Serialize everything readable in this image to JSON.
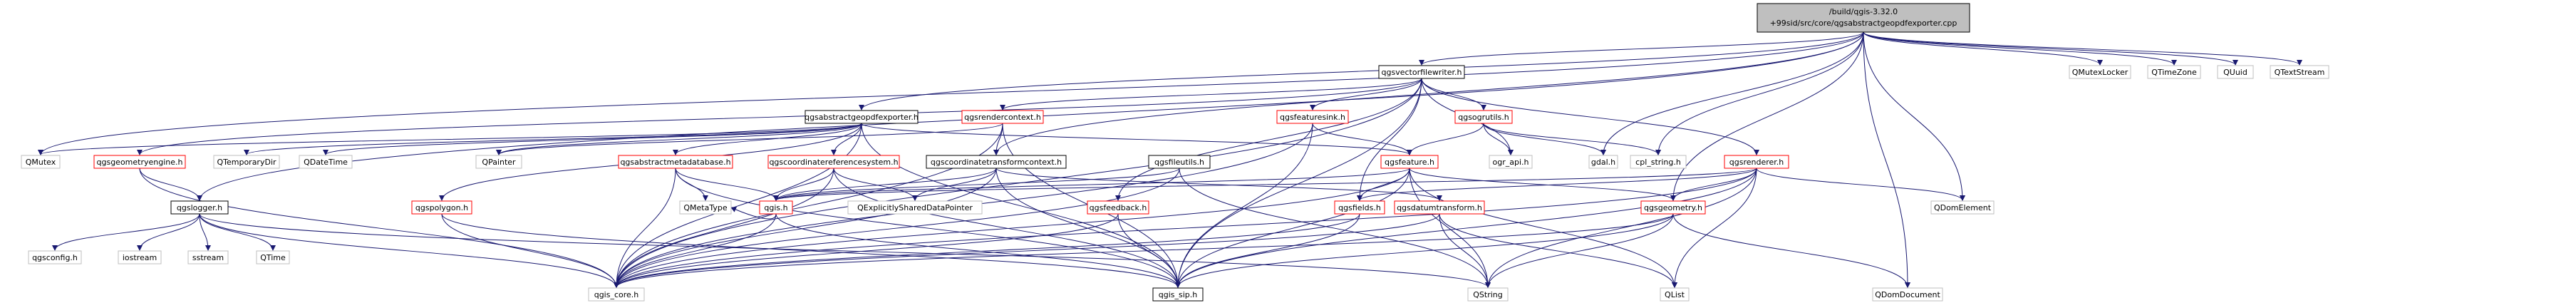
{
  "graph": {
    "root": {
      "line1": "/build/qgis-3.32.0",
      "line2": "+99sid/src/core/qgsabstractgeopdfexporter.cpp"
    },
    "nodes": [
      {
        "id": "root",
        "label": "",
        "kind": "root"
      },
      {
        "id": "qgsvectorfilewriter",
        "label": "qgsvectorfilewriter.h",
        "kind": "file"
      },
      {
        "id": "QMutexLocker",
        "label": "QMutexLocker",
        "kind": "external"
      },
      {
        "id": "QTimeZone",
        "label": "QTimeZone",
        "kind": "external"
      },
      {
        "id": "QUuid",
        "label": "QUuid",
        "kind": "external"
      },
      {
        "id": "QTextStream",
        "label": "QTextStream",
        "kind": "external"
      },
      {
        "id": "qgsabstractgeopdfexporter",
        "label": "qgsabstractgeopdfexporter.h",
        "kind": "file"
      },
      {
        "id": "qgsrendercontext",
        "label": "qgsrendercontext.h",
        "kind": "missing"
      },
      {
        "id": "qgsfeaturesink",
        "label": "qgsfeaturesink.h",
        "kind": "missing"
      },
      {
        "id": "qgsogrutils",
        "label": "qgsogrutils.h",
        "kind": "missing"
      },
      {
        "id": "QMutex",
        "label": "QMutex",
        "kind": "external"
      },
      {
        "id": "qgsgeometryengine",
        "label": "qgsgeometryengine.h",
        "kind": "missing"
      },
      {
        "id": "QTemporaryDir",
        "label": "QTemporaryDir",
        "kind": "external"
      },
      {
        "id": "QDateTime",
        "label": "QDateTime",
        "kind": "external"
      },
      {
        "id": "QPainter",
        "label": "QPainter",
        "kind": "external"
      },
      {
        "id": "qgsabstractmetadatabase",
        "label": "qgsabstractmetadatabase.h",
        "kind": "missing"
      },
      {
        "id": "qgscoordinatereferencesystem",
        "label": "qgscoordinatereferencesystem.h",
        "kind": "missing"
      },
      {
        "id": "qgscoordinatetransformcontext",
        "label": "qgscoordinatetransformcontext.h",
        "kind": "file"
      },
      {
        "id": "qgsfileutils",
        "label": "qgsfileutils.h",
        "kind": "file"
      },
      {
        "id": "qgsfeature",
        "label": "qgsfeature.h",
        "kind": "missing"
      },
      {
        "id": "ogr_api",
        "label": "ogr_api.h",
        "kind": "external"
      },
      {
        "id": "gdal",
        "label": "gdal.h",
        "kind": "external"
      },
      {
        "id": "cpl_string",
        "label": "cpl_string.h",
        "kind": "external"
      },
      {
        "id": "qgsrenderer",
        "label": "qgsrenderer.h",
        "kind": "missing"
      },
      {
        "id": "QDomElement",
        "label": "QDomElement",
        "kind": "external"
      },
      {
        "id": "qgslogger",
        "label": "qgslogger.h",
        "kind": "file"
      },
      {
        "id": "qgspolygon",
        "label": "qgspolygon.h",
        "kind": "missing"
      },
      {
        "id": "QMetaType",
        "label": "QMetaType",
        "kind": "external"
      },
      {
        "id": "qgis",
        "label": "qgis.h",
        "kind": "missing"
      },
      {
        "id": "QExplicitlySharedDataPointer",
        "label": "QExplicitlySharedDataPointer",
        "kind": "external"
      },
      {
        "id": "qgsfeedback",
        "label": "qgsfeedback.h",
        "kind": "missing"
      },
      {
        "id": "qgsfields",
        "label": "qgsfields.h",
        "kind": "missing"
      },
      {
        "id": "qgsdatumtransform",
        "label": "qgsdatumtransform.h",
        "kind": "missing"
      },
      {
        "id": "qgsgeometry",
        "label": "qgsgeometry.h",
        "kind": "missing"
      },
      {
        "id": "qgsconfig",
        "label": "qgsconfig.h",
        "kind": "external"
      },
      {
        "id": "iostream",
        "label": "iostream",
        "kind": "external"
      },
      {
        "id": "sstream",
        "label": "sstream",
        "kind": "external"
      },
      {
        "id": "QTime",
        "label": "QTime",
        "kind": "external"
      },
      {
        "id": "qgis_core",
        "label": "qgis_core.h",
        "kind": "external"
      },
      {
        "id": "qgis_sip",
        "label": "qgis_sip.h",
        "kind": "file"
      },
      {
        "id": "QString",
        "label": "QString",
        "kind": "external"
      },
      {
        "id": "QList",
        "label": "QList",
        "kind": "external"
      },
      {
        "id": "QDomDocument",
        "label": "QDomDocument",
        "kind": "external"
      }
    ],
    "edges": [
      [
        "root",
        "qgsvectorfilewriter"
      ],
      [
        "root",
        "QMutexLocker"
      ],
      [
        "root",
        "QTimeZone"
      ],
      [
        "root",
        "QUuid"
      ],
      [
        "root",
        "QTextStream"
      ],
      [
        "root",
        "qgsabstractgeopdfexporter"
      ],
      [
        "root",
        "qgscoordinatetransformcontext"
      ],
      [
        "root",
        "gdal"
      ],
      [
        "root",
        "cpl_string"
      ],
      [
        "root",
        "qgsgeometry"
      ],
      [
        "root",
        "QDomDocument"
      ],
      [
        "root",
        "QDomElement"
      ],
      [
        "root",
        "qgslogger"
      ],
      [
        "root",
        "QMutex"
      ],
      [
        "qgsvectorfilewriter",
        "qgsrendercontext"
      ],
      [
        "qgsvectorfilewriter",
        "qgsfeaturesink"
      ],
      [
        "qgsvectorfilewriter",
        "qgsogrutils"
      ],
      [
        "qgsvectorfilewriter",
        "qgsrenderer"
      ],
      [
        "qgsvectorfilewriter",
        "qgsgeometryengine"
      ],
      [
        "qgsvectorfilewriter",
        "qgis_core"
      ],
      [
        "qgsvectorfilewriter",
        "qgsfields"
      ],
      [
        "qgsvectorfilewriter",
        "ogr_api"
      ],
      [
        "qgsvectorfilewriter",
        "qgis_sip"
      ],
      [
        "qgsvectorfilewriter",
        "qgsfeedback"
      ],
      [
        "qgsabstractgeopdfexporter",
        "QMutex"
      ],
      [
        "qgsabstractgeopdfexporter",
        "QTemporaryDir"
      ],
      [
        "qgsabstractgeopdfexporter",
        "QDateTime"
      ],
      [
        "qgsabstractgeopdfexporter",
        "QPainter"
      ],
      [
        "qgsabstractgeopdfexporter",
        "qgsabstractmetadatabase"
      ],
      [
        "qgsabstractgeopdfexporter",
        "qgscoordinatereferencesystem"
      ],
      [
        "qgsabstractgeopdfexporter",
        "qgspolygon"
      ],
      [
        "qgsabstractgeopdfexporter",
        "qgis_core"
      ],
      [
        "qgsabstractgeopdfexporter",
        "qgsfeature"
      ],
      [
        "qgsabstractgeopdfexporter",
        "qgis_sip"
      ],
      [
        "qgsrendercontext",
        "QPainter"
      ],
      [
        "qgsrendercontext",
        "qgscoordinatetransformcontext"
      ],
      [
        "qgsrendercontext",
        "qgis_core"
      ],
      [
        "qgsrendercontext",
        "qgis_sip"
      ],
      [
        "qgsfeaturesink",
        "qgsfeature"
      ],
      [
        "qgsfeaturesink",
        "qgis_core"
      ],
      [
        "qgsfeaturesink",
        "qgis_sip"
      ],
      [
        "qgsogrutils",
        "qgsfeature"
      ],
      [
        "qgsogrutils",
        "ogr_api"
      ],
      [
        "qgsogrutils",
        "gdal"
      ],
      [
        "qgsogrutils",
        "cpl_string"
      ],
      [
        "qgsgeometryengine",
        "qgslogger"
      ],
      [
        "qgsgeometryengine",
        "qgis_core"
      ],
      [
        "qgsabstractmetadatabase",
        "qgis"
      ],
      [
        "qgsabstractmetadatabase",
        "QMetaType"
      ],
      [
        "qgsabstractmetadatabase",
        "qgis_core"
      ],
      [
        "qgsabstractmetadatabase",
        "qgis_sip"
      ],
      [
        "qgscoordinatereferencesystem",
        "qgis"
      ],
      [
        "qgscoordinatereferencesystem",
        "QExplicitlySharedDataPointer"
      ],
      [
        "qgscoordinatereferencesystem",
        "qgis_core"
      ],
      [
        "qgscoordinatereferencesystem",
        "qgis_sip"
      ],
      [
        "qgscoordinatetransformcontext",
        "qgis"
      ],
      [
        "qgscoordinatetransformcontext",
        "QExplicitlySharedDataPointer"
      ],
      [
        "qgscoordinatetransformcontext",
        "qgsdatumtransform"
      ],
      [
        "qgscoordinatetransformcontext",
        "qgis_core"
      ],
      [
        "qgscoordinatetransformcontext",
        "qgis_sip"
      ],
      [
        "qgsfileutils",
        "qgis"
      ],
      [
        "qgsfileutils",
        "qgis_core"
      ],
      [
        "qgsfileutils",
        "QString"
      ],
      [
        "qgsfeature",
        "qgsfields"
      ],
      [
        "qgsfeature",
        "qgsgeometry"
      ],
      [
        "qgsfeature",
        "qgis"
      ],
      [
        "qgsfeature",
        "qgis_core"
      ],
      [
        "qgsfeature",
        "qgis_sip"
      ],
      [
        "qgsfeature",
        "QString"
      ],
      [
        "qgsfeature",
        "QList"
      ],
      [
        "qgsrenderer",
        "qgsfields"
      ],
      [
        "qgsrenderer",
        "qgsgeometry"
      ],
      [
        "qgsrenderer",
        "qgis"
      ],
      [
        "qgsrenderer",
        "QDomElement"
      ],
      [
        "qgsrenderer",
        "qgis_core"
      ],
      [
        "qgsrenderer",
        "qgis_sip"
      ],
      [
        "qgsrenderer",
        "QString"
      ],
      [
        "qgsrenderer",
        "QList"
      ],
      [
        "qgslogger",
        "qgsconfig"
      ],
      [
        "qgslogger",
        "iostream"
      ],
      [
        "qgslogger",
        "sstream"
      ],
      [
        "qgslogger",
        "QTime"
      ],
      [
        "qgslogger",
        "qgis_core"
      ],
      [
        "qgslogger",
        "QString"
      ],
      [
        "qgspolygon",
        "qgis_core"
      ],
      [
        "qgspolygon",
        "qgis_sip"
      ],
      [
        "qgis",
        "qgis_core"
      ],
      [
        "qgis",
        "qgis_sip"
      ],
      [
        "qgis",
        "QMetaType"
      ],
      [
        "qgsfeedback",
        "qgis_core"
      ],
      [
        "qgsfeedback",
        "qgis_sip"
      ],
      [
        "qgsfields",
        "qgis_core"
      ],
      [
        "qgsfields",
        "qgis_sip"
      ],
      [
        "qgsdatumtransform",
        "qgis_core"
      ],
      [
        "qgsdatumtransform",
        "QString"
      ],
      [
        "qgsdatumtransform",
        "QList"
      ],
      [
        "qgsgeometry",
        "qgis_core"
      ],
      [
        "qgsgeometry",
        "qgis_sip"
      ],
      [
        "qgsgeometry",
        "QString"
      ],
      [
        "qgsgeometry",
        "QDomDocument"
      ]
    ],
    "colors": {
      "root_fill": "#bfbfbf",
      "file_border": "#000000",
      "missing_border": "#ff0000",
      "external_border": "#bfbfbf",
      "edge": "#191970",
      "text": "#000000"
    }
  }
}
